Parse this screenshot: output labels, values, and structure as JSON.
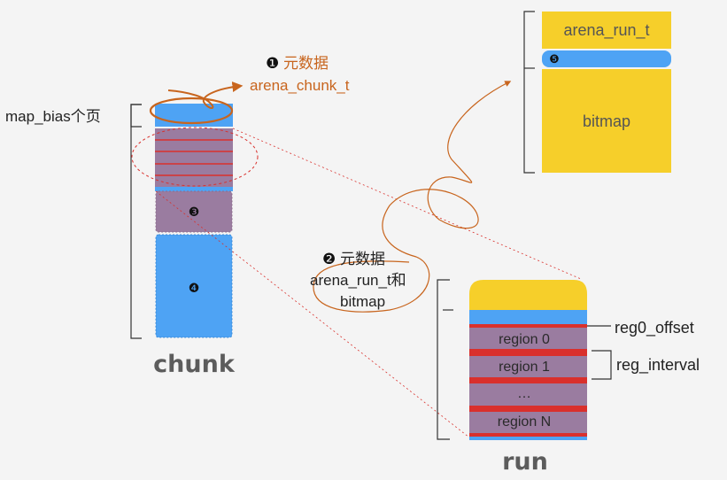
{
  "labels": {
    "map_bias": "map_bias个页",
    "chunk_title": "chunk",
    "run_title": "run",
    "meta1_num": "❶",
    "meta1_line1": "元数据",
    "meta1_line2": "arena_chunk_t",
    "meta2_num": "❷",
    "meta2_line1": "元数据",
    "meta2_line2": "arena_run_t和",
    "meta2_line3": "bitmap",
    "marker3": "❸",
    "marker4": "❹",
    "marker5": "❺",
    "arena_run_t": "arena_run_t",
    "bitmap": "bitmap",
    "reg0_offset": "reg0_offset",
    "reg_interval": "reg_interval",
    "region0": "region 0",
    "region1": "region 1",
    "ellipsis": "…",
    "regionN": "region N"
  },
  "colors": {
    "blue": "#4ea3f4",
    "yellow": "#f6cf2a",
    "purple": "#9a7ca0",
    "red_line": "#d9302c",
    "orange": "#c8651e",
    "bracket": "#333333"
  }
}
